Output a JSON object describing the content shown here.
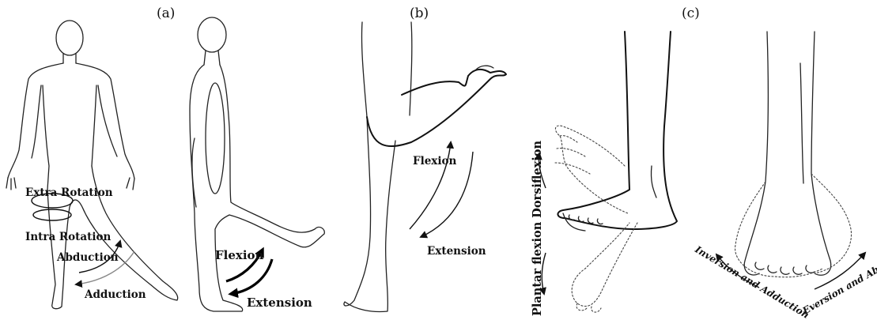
{
  "panels": {
    "a": {
      "tag": "(a)",
      "extra_rotation": "Extra Rotation",
      "intra_rotation": "Intra Rotation",
      "abduction": "Abduction",
      "adduction": "Adduction",
      "flexion": "Flexion",
      "extension": "Extension"
    },
    "b": {
      "tag": "(b)",
      "flexion": "Flexion",
      "extension": "Extension"
    },
    "c": {
      "tag": "(c)",
      "plantar_dorsi": "Plantar flexion Dorsiflexion",
      "inversion": "Inversion and Adduction",
      "eversion": "Eversion and Abduction"
    }
  }
}
